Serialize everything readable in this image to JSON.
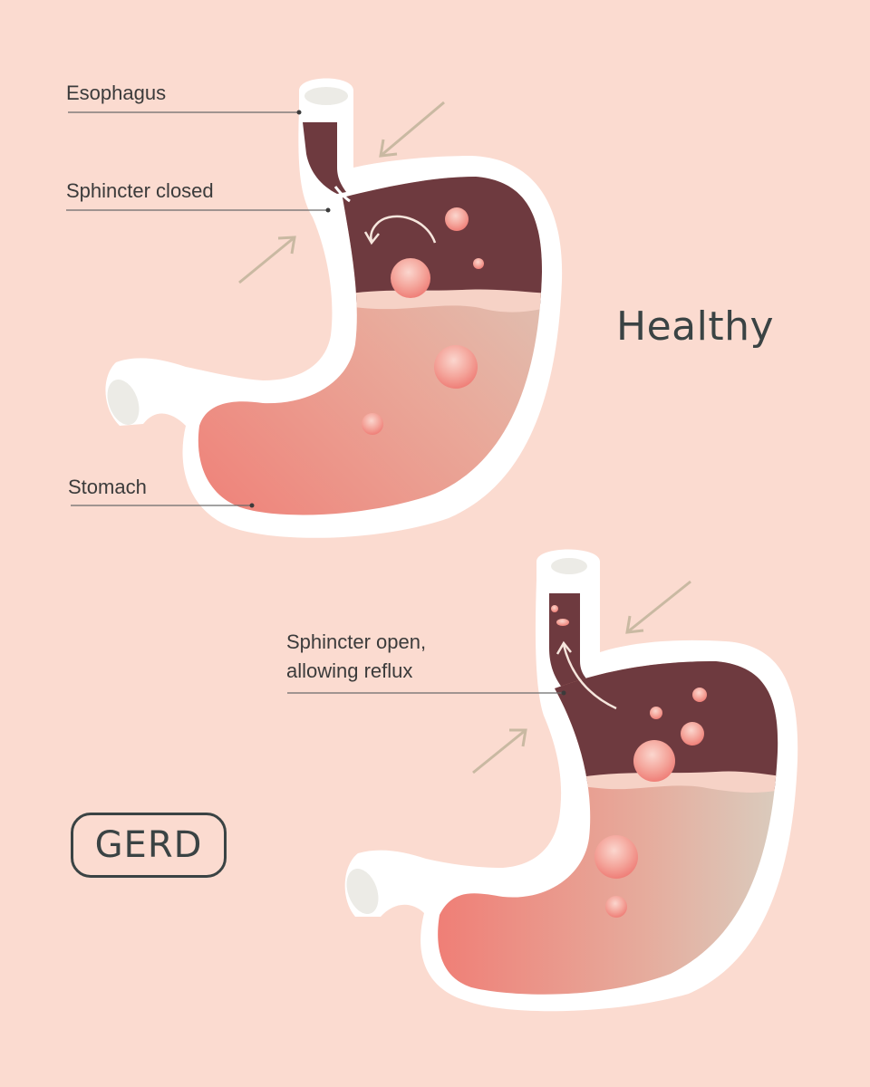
{
  "labels": {
    "esophagus": "Esophagus",
    "sphincter_closed": "Sphincter closed",
    "stomach": "Stomach",
    "sphincter_open_line1": "Sphincter open,",
    "sphincter_open_line2": "allowing reflux"
  },
  "states": {
    "healthy": "Healthy",
    "gerd": "GERD"
  },
  "colors": {
    "background": "#fbdbd0",
    "acid_dark": "#6e3a3f",
    "food_light": "#d8cfc1",
    "food_pink": "#f07c74",
    "outline": "#ffffff",
    "arrow": "#c9b9a2",
    "text": "#3a4344"
  }
}
